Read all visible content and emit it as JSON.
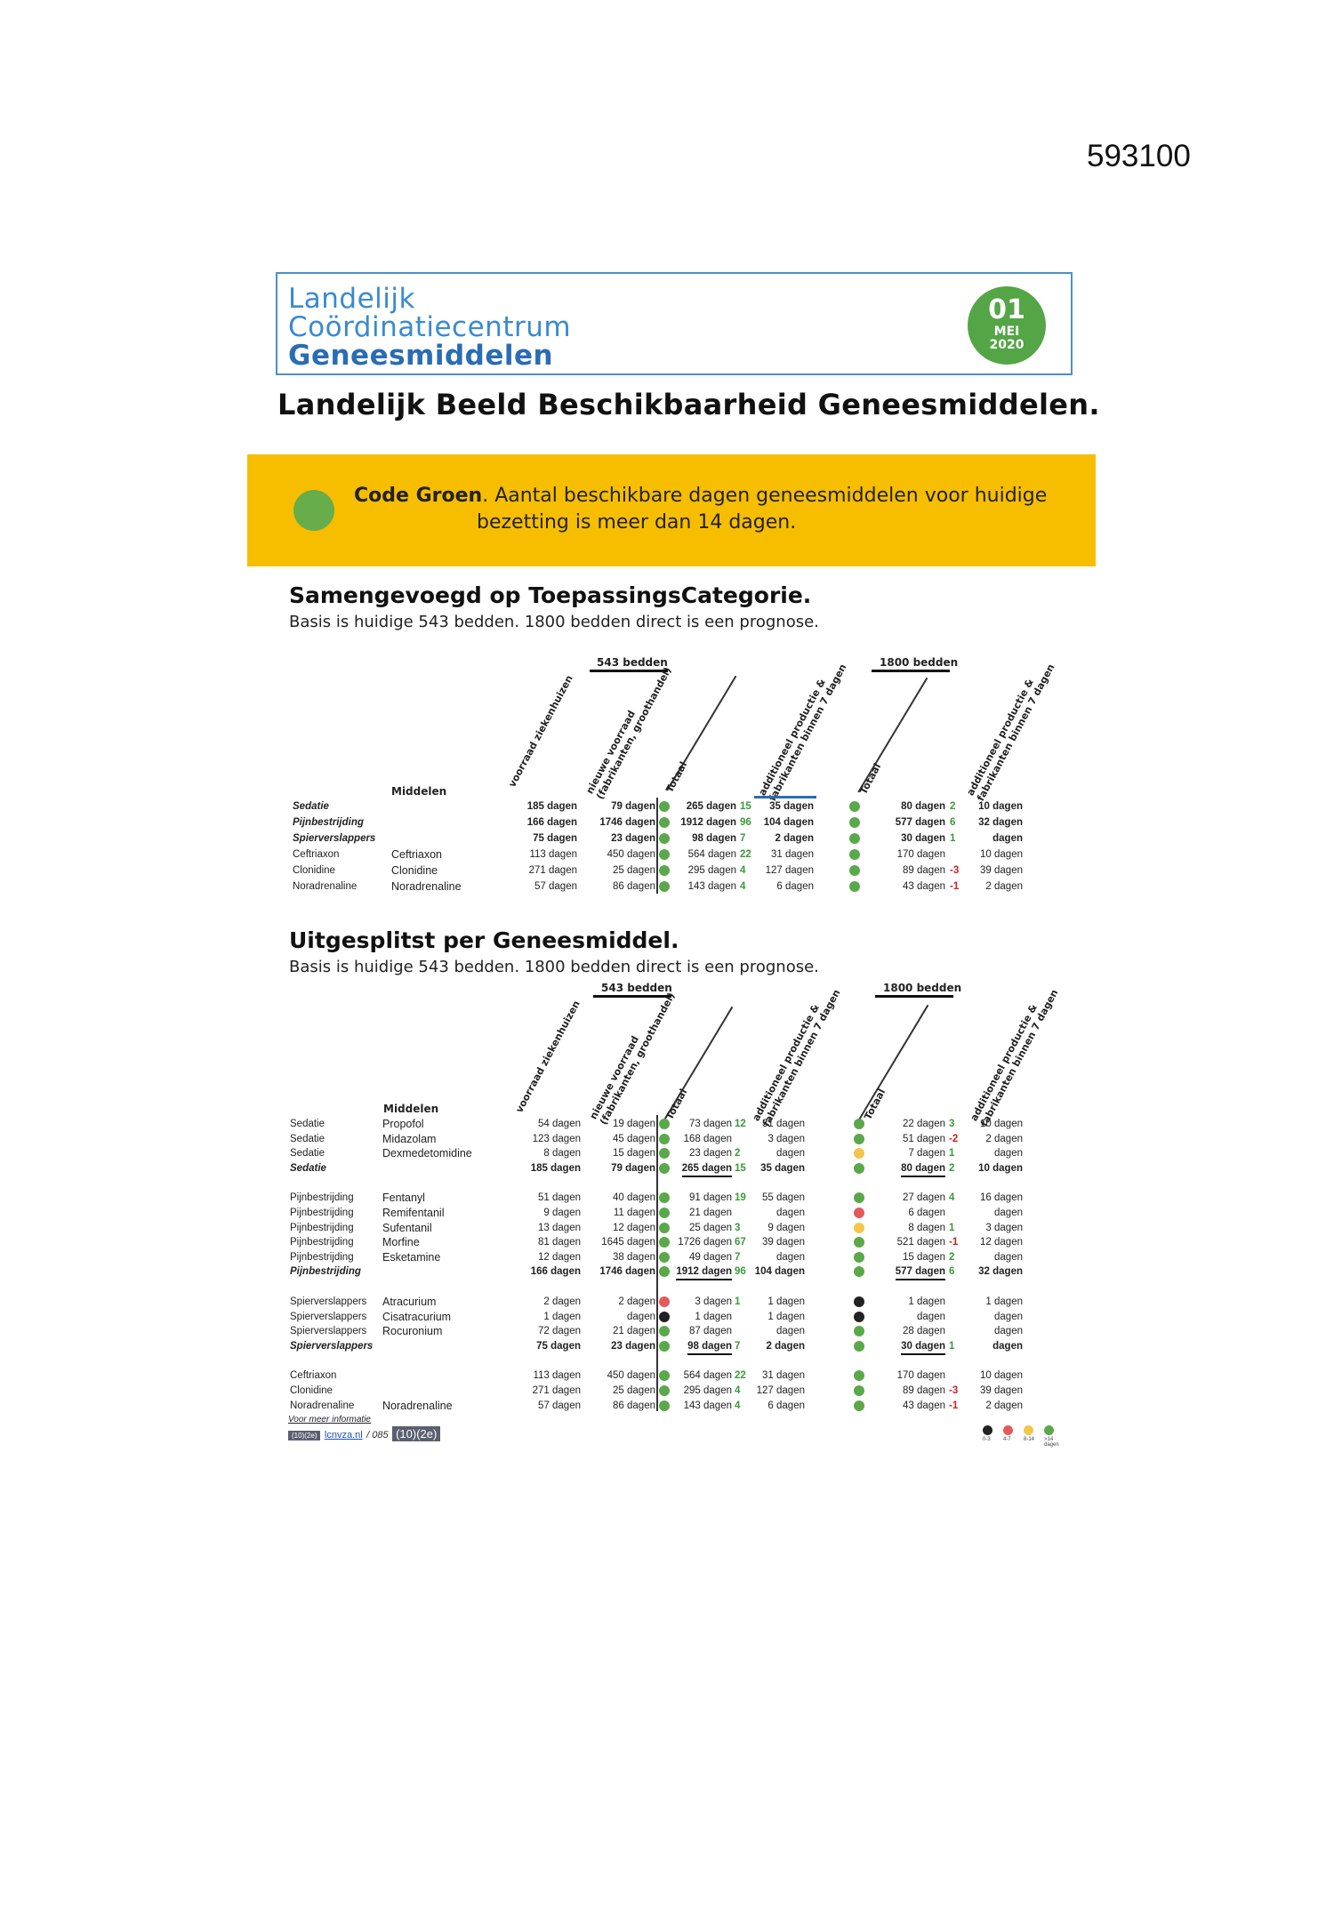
{
  "doc_number": "593100",
  "header": {
    "logo_line1": "Landelijk",
    "logo_line2": "Coördinatiecentrum",
    "logo_line3": "Geneesmiddelen",
    "date_day": "01",
    "date_month": "MEI",
    "date_year": "2020"
  },
  "title": "Landelijk Beeld Beschikbaarheid Geneesmiddelen.",
  "banner": {
    "code": "Code Groen",
    "text_a": ". Aantal beschikbare dagen geneesmiddelen voor huidige",
    "text_b": "bezetting is meer dan 14 dagen.",
    "color": "#f7be00",
    "dot_color": "#67ad4b"
  },
  "section1": {
    "title": "Samengevoegd op ToepassingsCategorie.",
    "subtitle": "Basis is huidige 543 bedden. 1800 bedden direct is een prognose.",
    "group_543": "543 bedden",
    "group_1800": "1800 bedden",
    "col_middelen": "Middelen",
    "col_voorraad": "voorraad ziekenhuizen",
    "col_nieuwe_1": "nieuwe voorraad",
    "col_nieuwe_2": "(fabrikanten, groothandel)",
    "col_totaal": "Totaal",
    "col_add_1": "additioneel productie &",
    "col_add_2": "fabrikanten binnen 7 dagen",
    "rows": [
      {
        "cat": "Sedatie",
        "mid": "",
        "v": "185 dagen",
        "n": "79 dagen",
        "dot": "green",
        "t": "265 dagen",
        "td": "15",
        "tdc": "g",
        "a": "35 dagen",
        "dot2": "green",
        "t2": "80 dagen",
        "t2d": "2",
        "t2c": "g",
        "a2": "10 dagen",
        "style": "ital"
      },
      {
        "cat": "Pijnbestrijding",
        "mid": "",
        "v": "166 dagen",
        "n": "1746 dagen",
        "dot": "green",
        "t": "1912 dagen",
        "td": "96",
        "tdc": "g",
        "a": "104 dagen",
        "dot2": "green",
        "t2": "577 dagen",
        "t2d": "6",
        "t2c": "g",
        "a2": "32 dagen",
        "style": "ital"
      },
      {
        "cat": "Spierverslappers",
        "mid": "",
        "v": "75 dagen",
        "n": "23 dagen",
        "dot": "green",
        "t": "98 dagen",
        "td": "7",
        "tdc": "g",
        "a": "2 dagen",
        "dot2": "green",
        "t2": "30 dagen",
        "t2d": "1",
        "t2c": "g",
        "a2": "dagen",
        "style": "ital"
      },
      {
        "cat": "Ceftriaxon",
        "mid": "Ceftriaxon",
        "v": "113 dagen",
        "n": "450 dagen",
        "dot": "green",
        "t": "564 dagen",
        "td": "22",
        "tdc": "g",
        "a": "31 dagen",
        "dot2": "green",
        "t2": "170 dagen",
        "t2d": "",
        "t2c": "g",
        "a2": "10 dagen",
        "style": ""
      },
      {
        "cat": "Clonidine",
        "mid": "Clonidine",
        "v": "271 dagen",
        "n": "25 dagen",
        "dot": "green",
        "t": "295 dagen",
        "td": "4",
        "tdc": "g",
        "a": "127 dagen",
        "dot2": "green",
        "t2": "89 dagen",
        "t2d": "-3",
        "t2c": "red",
        "a2": "39 dagen",
        "style": ""
      },
      {
        "cat": "Noradrenaline",
        "mid": "Noradrenaline",
        "v": "57 dagen",
        "n": "86 dagen",
        "dot": "green",
        "t": "143 dagen",
        "td": "4",
        "tdc": "g",
        "a": "6 dagen",
        "dot2": "green",
        "t2": "43 dagen",
        "t2d": "-1",
        "t2c": "red",
        "a2": "2 dagen",
        "style": ""
      }
    ]
  },
  "section2": {
    "title": "Uitgesplitst per Geneesmiddel.",
    "subtitle": "Basis is huidige 543 bedden. 1800 bedden direct is een prognose.",
    "group_543": "543 bedden",
    "group_1800": "1800 bedden",
    "col_middelen": "Middelen",
    "col_voorraad": "voorraad ziekenhuizen",
    "col_nieuwe_1": "nieuwe voorraad",
    "col_nieuwe_2": "(fabrikanten, groothandel)",
    "col_totaal": "Totaal",
    "col_add_1": "additioneel productie &",
    "col_add_2": "fabrikanten binnen 7 dagen",
    "rows": [
      {
        "cat": "Sedatie",
        "mid": "Propofol",
        "v": "54 dagen",
        "n": "19 dagen",
        "dot": "green",
        "t": "73 dagen",
        "td": "12",
        "tdc": "g",
        "a": "31 dagen",
        "dot2": "green",
        "t2": "22 dagen",
        "t2d": "3",
        "t2c": "g",
        "a2": "10 dagen",
        "style": "",
        "gap": 0
      },
      {
        "cat": "Sedatie",
        "mid": "Midazolam",
        "v": "123 dagen",
        "n": "45 dagen",
        "dot": "green",
        "t": "168 dagen",
        "td": "",
        "tdc": "g",
        "a": "3 dagen",
        "dot2": "green",
        "t2": "51 dagen",
        "t2d": "-2",
        "t2c": "red",
        "a2": "2 dagen",
        "style": "",
        "gap": 0
      },
      {
        "cat": "Sedatie",
        "mid": "Dexmedetomidine",
        "v": "8 dagen",
        "n": "15 dagen",
        "dot": "green",
        "t": "23 dagen",
        "td": "2",
        "tdc": "g",
        "a": "dagen",
        "dot2": "yellow",
        "t2": "7 dagen",
        "t2d": "1",
        "t2c": "g",
        "a2": "dagen",
        "style": "",
        "gap": 0
      },
      {
        "cat": "Sedatie",
        "mid": "",
        "v": "185 dagen",
        "n": "79 dagen",
        "dot": "green",
        "t": "265 dagen",
        "td": "15",
        "tdc": "g",
        "a": "35 dagen",
        "dot2": "green",
        "t2": "80 dagen",
        "t2d": "2",
        "t2c": "g",
        "a2": "10 dagen",
        "style": "ital",
        "gap": 0
      },
      {
        "cat": "Pijnbestrijding",
        "mid": "Fentanyl",
        "v": "51 dagen",
        "n": "40 dagen",
        "dot": "green",
        "t": "91 dagen",
        "td": "19",
        "tdc": "g",
        "a": "55 dagen",
        "dot2": "green",
        "t2": "27 dagen",
        "t2d": "4",
        "t2c": "g",
        "a2": "16 dagen",
        "style": "",
        "gap": 1
      },
      {
        "cat": "Pijnbestrijding",
        "mid": "Remifentanil",
        "v": "9 dagen",
        "n": "11 dagen",
        "dot": "green",
        "t": "21 dagen",
        "td": "",
        "tdc": "g",
        "a": "dagen",
        "dot2": "red",
        "t2": "6 dagen",
        "t2d": "",
        "t2c": "g",
        "a2": "dagen",
        "style": "",
        "gap": 0
      },
      {
        "cat": "Pijnbestrijding",
        "mid": "Sufentanil",
        "v": "13 dagen",
        "n": "12 dagen",
        "dot": "green",
        "t": "25 dagen",
        "td": "3",
        "tdc": "g",
        "a": "9 dagen",
        "dot2": "yellow",
        "t2": "8 dagen",
        "t2d": "1",
        "t2c": "g",
        "a2": "3 dagen",
        "style": "",
        "gap": 0
      },
      {
        "cat": "Pijnbestrijding",
        "mid": "Morfine",
        "v": "81 dagen",
        "n": "1645 dagen",
        "dot": "green",
        "t": "1726 dagen",
        "td": "67",
        "tdc": "g",
        "a": "39 dagen",
        "dot2": "green",
        "t2": "521 dagen",
        "t2d": "-1",
        "t2c": "red",
        "a2": "12 dagen",
        "style": "",
        "gap": 0
      },
      {
        "cat": "Pijnbestrijding",
        "mid": "Esketamine",
        "v": "12 dagen",
        "n": "38 dagen",
        "dot": "green",
        "t": "49 dagen",
        "td": "7",
        "tdc": "g",
        "a": "dagen",
        "dot2": "green",
        "t2": "15 dagen",
        "t2d": "2",
        "t2c": "g",
        "a2": "dagen",
        "style": "",
        "gap": 0
      },
      {
        "cat": "Pijnbestrijding",
        "mid": "",
        "v": "166 dagen",
        "n": "1746 dagen",
        "dot": "green",
        "t": "1912 dagen",
        "td": "96",
        "tdc": "g",
        "a": "104 dagen",
        "dot2": "green",
        "t2": "577 dagen",
        "t2d": "6",
        "t2c": "g",
        "a2": "32 dagen",
        "style": "ital",
        "gap": 0
      },
      {
        "cat": "Spierverslappers",
        "mid": "Atracurium",
        "v": "2 dagen",
        "n": "2 dagen",
        "dot": "red",
        "t": "3 dagen",
        "td": "1",
        "tdc": "g",
        "a": "1 dagen",
        "dot2": "black",
        "t2": "1 dagen",
        "t2d": "",
        "t2c": "g",
        "a2": "1 dagen",
        "style": "",
        "gap": 1
      },
      {
        "cat": "Spierverslappers",
        "mid": "Cisatracurium",
        "v": "1 dagen",
        "n": "dagen",
        "dot": "black",
        "t": "1 dagen",
        "td": "",
        "tdc": "g",
        "a": "1 dagen",
        "dot2": "black",
        "t2": "dagen",
        "t2d": "",
        "t2c": "g",
        "a2": "dagen",
        "style": "",
        "gap": 0
      },
      {
        "cat": "Spierverslappers",
        "mid": "Rocuronium",
        "v": "72 dagen",
        "n": "21 dagen",
        "dot": "green",
        "t": "87 dagen",
        "td": "",
        "tdc": "g",
        "a": "dagen",
        "dot2": "green",
        "t2": "28 dagen",
        "t2d": "",
        "t2c": "g",
        "a2": "dagen",
        "style": "",
        "gap": 0
      },
      {
        "cat": "Spierverslappers",
        "mid": "",
        "v": "75 dagen",
        "n": "23 dagen",
        "dot": "green",
        "t": "98 dagen",
        "td": "7",
        "tdc": "g",
        "a": "2 dagen",
        "dot2": "green",
        "t2": "30 dagen",
        "t2d": "1",
        "t2c": "g",
        "a2": "dagen",
        "style": "ital",
        "gap": 0
      },
      {
        "cat": "Ceftriaxon",
        "mid": "",
        "v": "113 dagen",
        "n": "450 dagen",
        "dot": "green",
        "t": "564 dagen",
        "td": "22",
        "tdc": "g",
        "a": "31 dagen",
        "dot2": "green",
        "t2": "170 dagen",
        "t2d": "",
        "t2c": "g",
        "a2": "10 dagen",
        "style": "",
        "gap": 1
      },
      {
        "cat": "Clonidine",
        "mid": "",
        "v": "271 dagen",
        "n": "25 dagen",
        "dot": "green",
        "t": "295 dagen",
        "td": "4",
        "tdc": "g",
        "a": "127 dagen",
        "dot2": "green",
        "t2": "89 dagen",
        "t2d": "-3",
        "t2c": "red",
        "a2": "39 dagen",
        "style": "",
        "gap": 0
      },
      {
        "cat": "Noradrenaline",
        "mid": "Noradrenaline",
        "v": "57 dagen",
        "n": "86 dagen",
        "dot": "green",
        "t": "143 dagen",
        "td": "4",
        "tdc": "g",
        "a": "6 dagen",
        "dot2": "green",
        "t2": "43 dagen",
        "t2d": "-1",
        "t2c": "red",
        "a2": "2 dagen",
        "style": "",
        "gap": 0
      }
    ]
  },
  "footer": {
    "info_text": "Voor meer informatie",
    "redact_small": "(10)(2e)",
    "link_text": "lcnvza.nl",
    "link_suffix": "/ 085",
    "redact_big": "(10)(2e)",
    "legend": [
      {
        "label": "0-3",
        "color": "#222222"
      },
      {
        "label": "4-7",
        "color": "#e35a5a"
      },
      {
        "label": "8-14",
        "color": "#f3c64a"
      },
      {
        "label": ">14",
        "color": "#5aa84a"
      }
    ],
    "legend_extra": "dagen"
  }
}
